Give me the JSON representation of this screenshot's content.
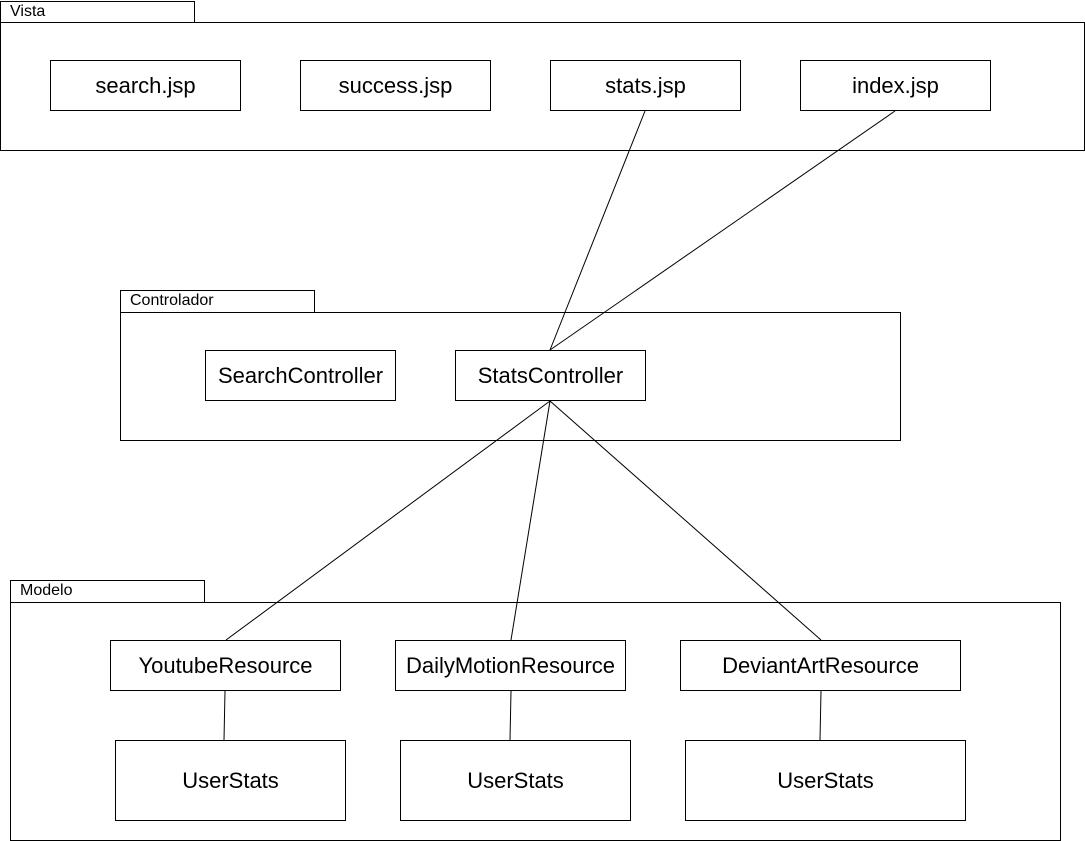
{
  "packages": {
    "vista": {
      "label": "Vista"
    },
    "controlador": {
      "label": "Controlador"
    },
    "modelo": {
      "label": "Modelo"
    }
  },
  "vista_nodes": [
    "search.jsp",
    "success.jsp",
    "stats.jsp",
    "index.jsp"
  ],
  "controlador_nodes": [
    "SearchController",
    "StatsController"
  ],
  "modelo_resources": [
    "YoutubeResource",
    "DailyMotionResource",
    "DeviantArtResource"
  ],
  "modelo_userstats": [
    "UserStats",
    "UserStats",
    "UserStats"
  ],
  "colors": {
    "stroke": "#000000",
    "background": "#ffffff"
  }
}
